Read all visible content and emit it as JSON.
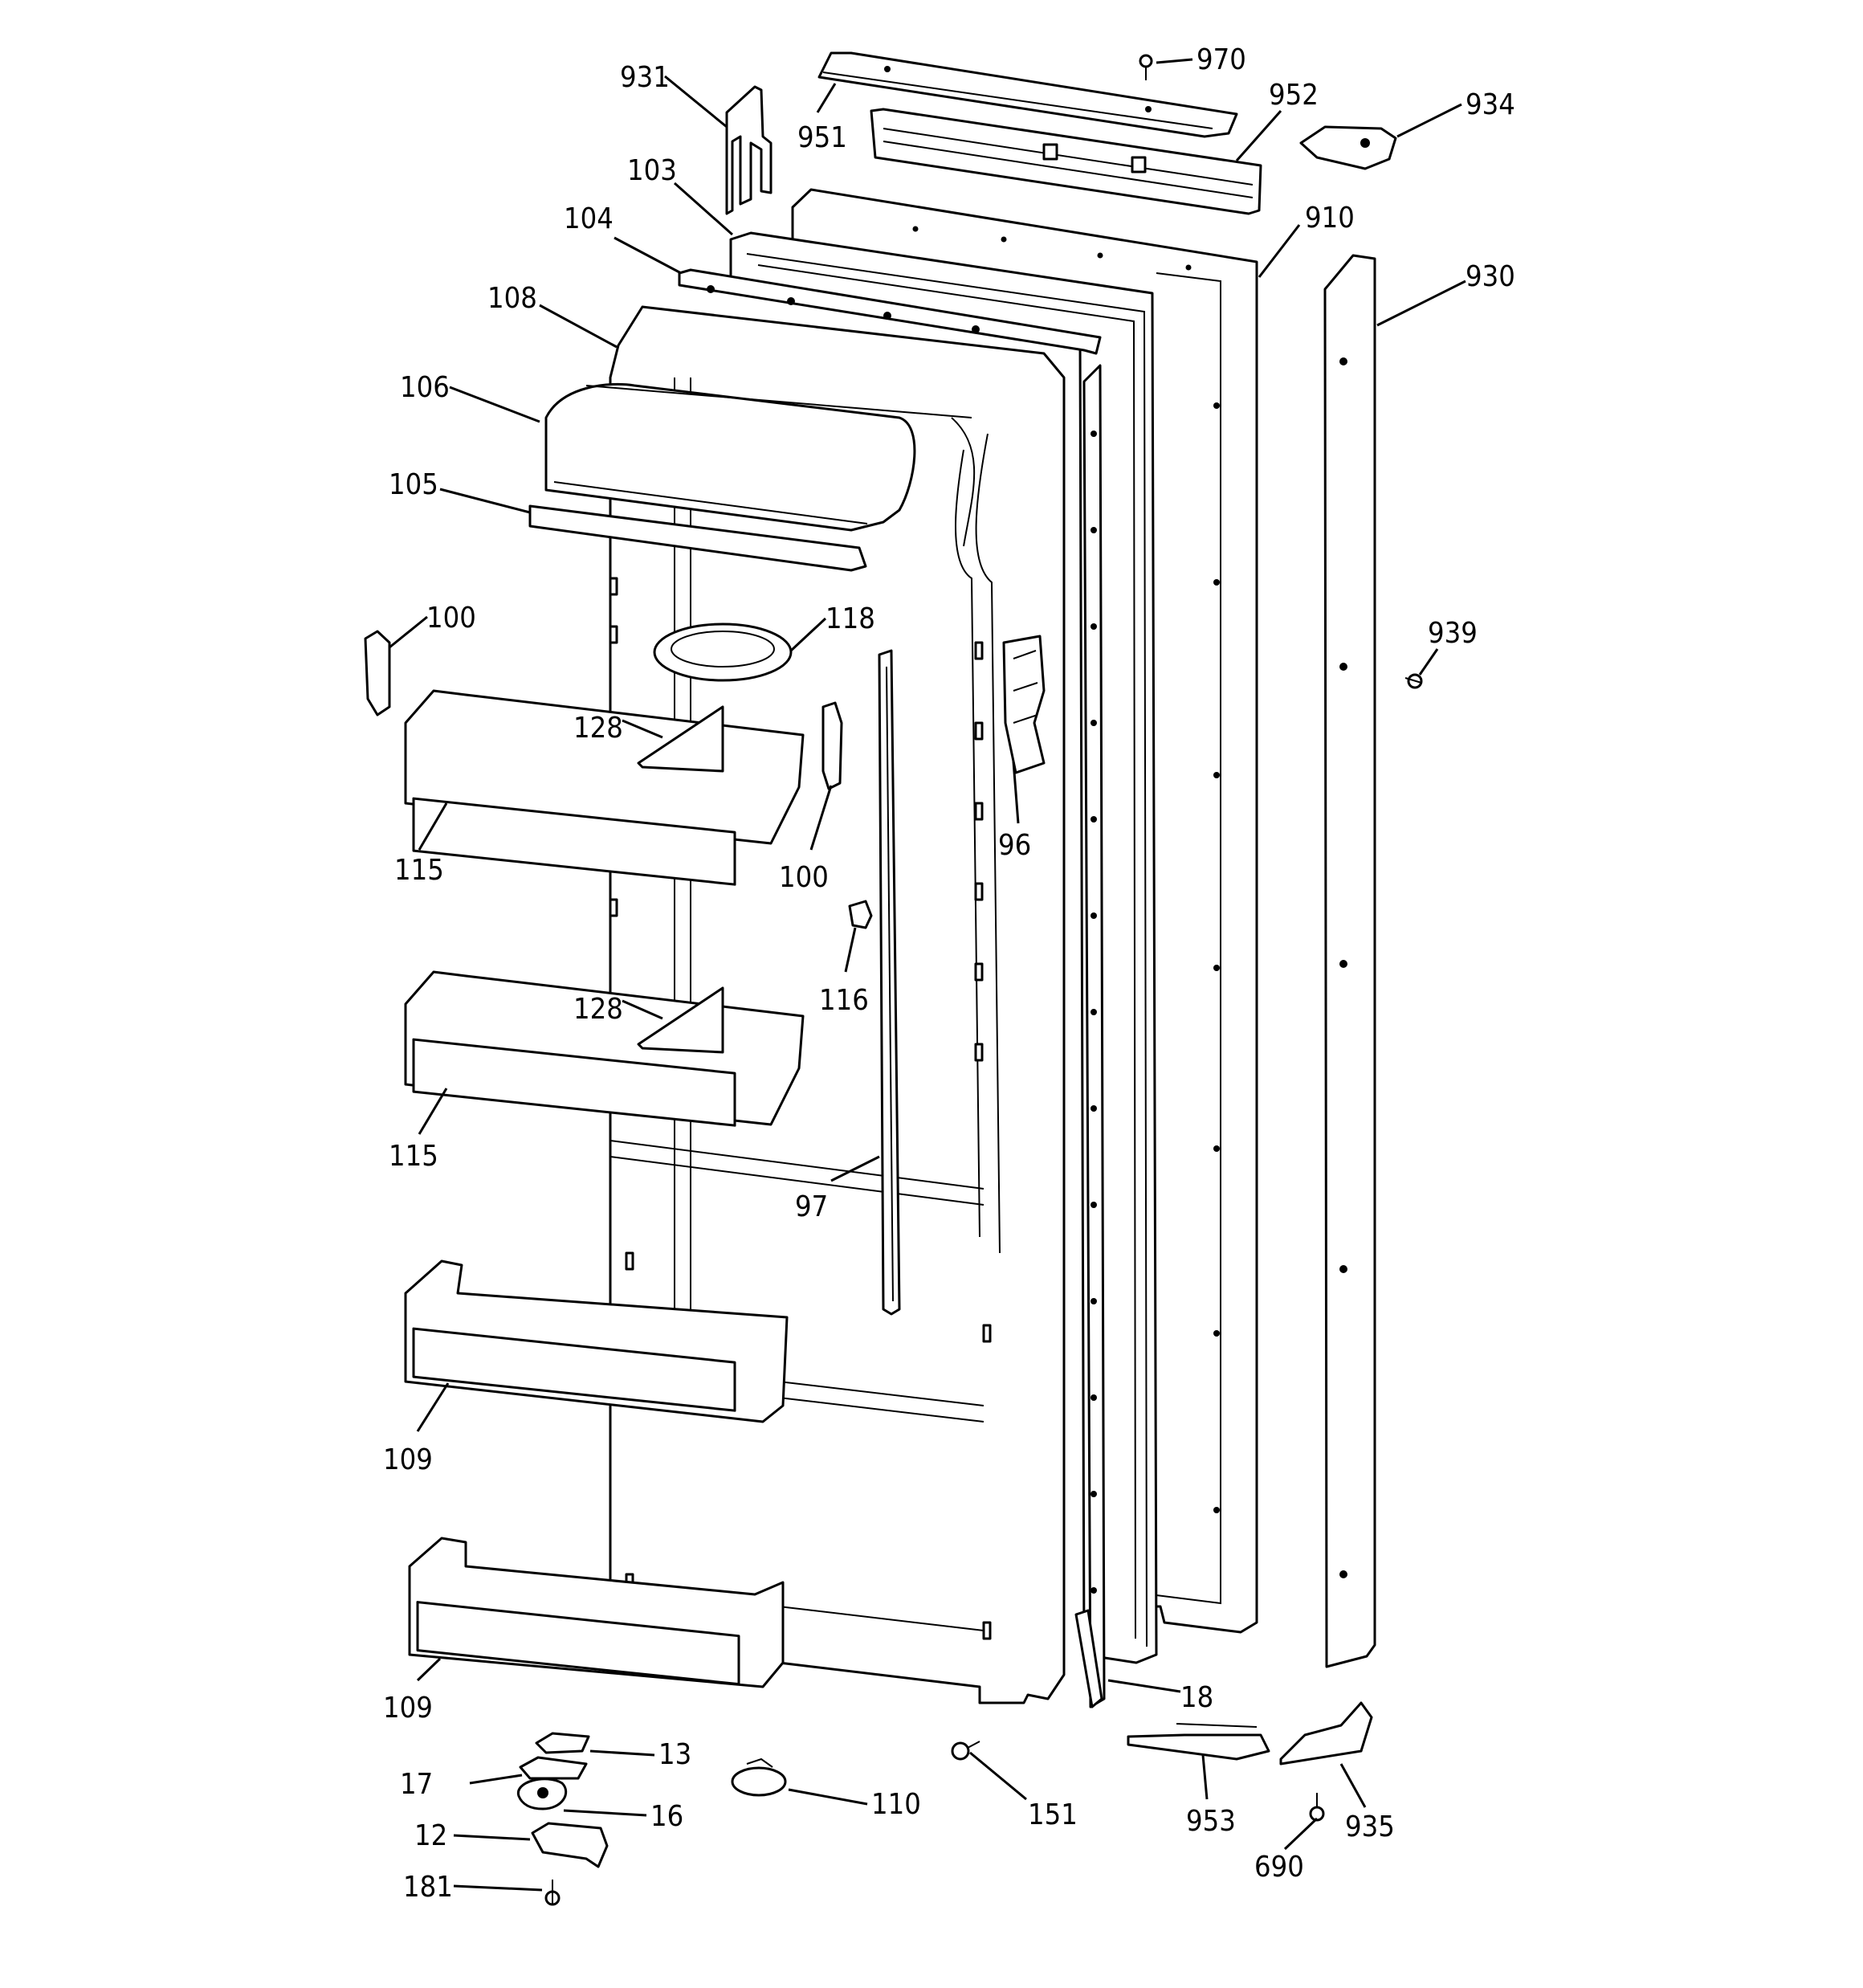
{
  "callouts": [
    {
      "id": "c931",
      "text": "931"
    },
    {
      "id": "c951",
      "text": "951"
    },
    {
      "id": "c970",
      "text": "970"
    },
    {
      "id": "c952",
      "text": "952"
    },
    {
      "id": "c934",
      "text": "934"
    },
    {
      "id": "c103",
      "text": "103"
    },
    {
      "id": "c104",
      "text": "104"
    },
    {
      "id": "c910",
      "text": "910"
    },
    {
      "id": "c930",
      "text": "930"
    },
    {
      "id": "c108",
      "text": "108"
    },
    {
      "id": "c106",
      "text": "106"
    },
    {
      "id": "c105",
      "text": "105"
    },
    {
      "id": "c100a",
      "text": "100"
    },
    {
      "id": "c118",
      "text": "118"
    },
    {
      "id": "c939",
      "text": "939"
    },
    {
      "id": "c128a",
      "text": "128"
    },
    {
      "id": "c96",
      "text": "96"
    },
    {
      "id": "c115a",
      "text": "115"
    },
    {
      "id": "c100b",
      "text": "100"
    },
    {
      "id": "c116",
      "text": "116"
    },
    {
      "id": "c128b",
      "text": "128"
    },
    {
      "id": "c115b",
      "text": "115"
    },
    {
      "id": "c97",
      "text": "97"
    },
    {
      "id": "c109a",
      "text": "109"
    },
    {
      "id": "c109b",
      "text": "109"
    },
    {
      "id": "c18",
      "text": "18"
    },
    {
      "id": "c13",
      "text": "13"
    },
    {
      "id": "c17",
      "text": "17"
    },
    {
      "id": "c16",
      "text": "16"
    },
    {
      "id": "c110",
      "text": "110"
    },
    {
      "id": "c151",
      "text": "151"
    },
    {
      "id": "c953",
      "text": "953"
    },
    {
      "id": "c935",
      "text": "935"
    },
    {
      "id": "c690",
      "text": "690"
    },
    {
      "id": "c12",
      "text": "12"
    },
    {
      "id": "c181",
      "text": "181"
    }
  ]
}
